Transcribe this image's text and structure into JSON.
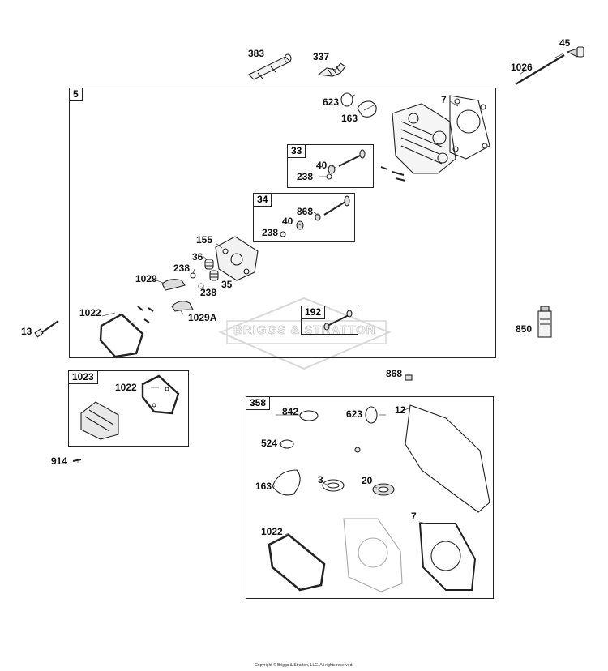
{
  "diagram": {
    "boxes": {
      "main": "5",
      "b33": "33",
      "b34": "34",
      "b192": "192",
      "b1023": "1023",
      "b358": "358"
    },
    "callouts": {
      "c383": "383",
      "c337": "337",
      "c45": "45",
      "c1026": "1026",
      "c623a": "623",
      "c163a": "163",
      "c7a": "7",
      "c40a": "40",
      "c238a": "238",
      "c868a": "868",
      "c40b": "40",
      "c238b": "238",
      "c155": "155",
      "c36": "36",
      "c238c": "238",
      "c1029": "1029",
      "c35": "35",
      "c238d": "238",
      "c1022a": "1022",
      "c1029A": "1029A",
      "c13": "13",
      "c850": "850",
      "c868b": "868",
      "c1022b": "1022",
      "c914": "914",
      "c842": "842",
      "c623b": "623",
      "c12": "12",
      "c524": "524",
      "c163b": "163",
      "c3": "3",
      "c20": "20",
      "c7b": "7",
      "c1022c": "1022"
    },
    "watermark": "BRIGGS & STRATTON",
    "copyright": "Copyright © Briggs & Stratton, LLC. All rights reserved."
  }
}
